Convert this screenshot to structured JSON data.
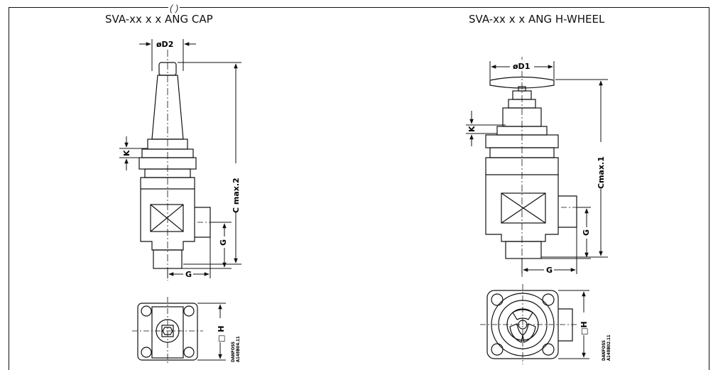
{
  "top_caption": "(        ) ",
  "left": {
    "title": "SVA-xx x x ANG CAP",
    "dims": {
      "d2": "øD2",
      "cmax": "C max.2",
      "k": "K",
      "g_v": "G",
      "g_h": "G",
      "h": "□ H"
    },
    "code": [
      "DANFOSS",
      "A148B04.11"
    ]
  },
  "right": {
    "title": "SVA-xx x x ANG H-WHEEL",
    "dims": {
      "d1": "øD1",
      "cmax": "Cmax.1",
      "k": "K",
      "g_v": "G",
      "g_h": "G",
      "h": "□H"
    },
    "code": [
      "DANFOSS",
      "A148B02.11"
    ]
  }
}
